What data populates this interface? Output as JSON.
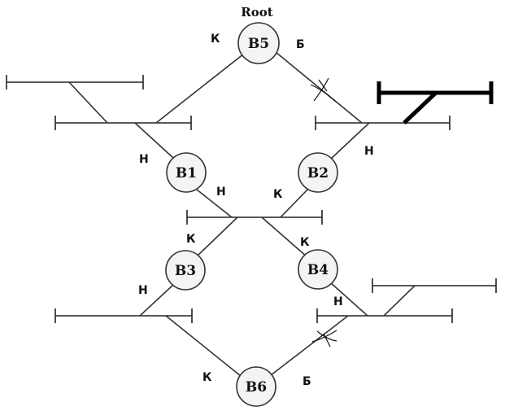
{
  "root_label": "Root",
  "nodes": {
    "b5": "B5",
    "b1": "B1",
    "b2": "B2",
    "b3": "B3",
    "b4": "B4",
    "b6": "B6"
  },
  "ports": {
    "b5_left": "К",
    "b5_right": "Б",
    "b1_up": "Н",
    "b1_down": "Н",
    "b2_up": "Н",
    "b2_down": "К",
    "b3_up": "К",
    "b3_down": "Н",
    "b4_up": "К",
    "b4_down": "Н",
    "b6_left": "К",
    "b6_right": "Б"
  }
}
